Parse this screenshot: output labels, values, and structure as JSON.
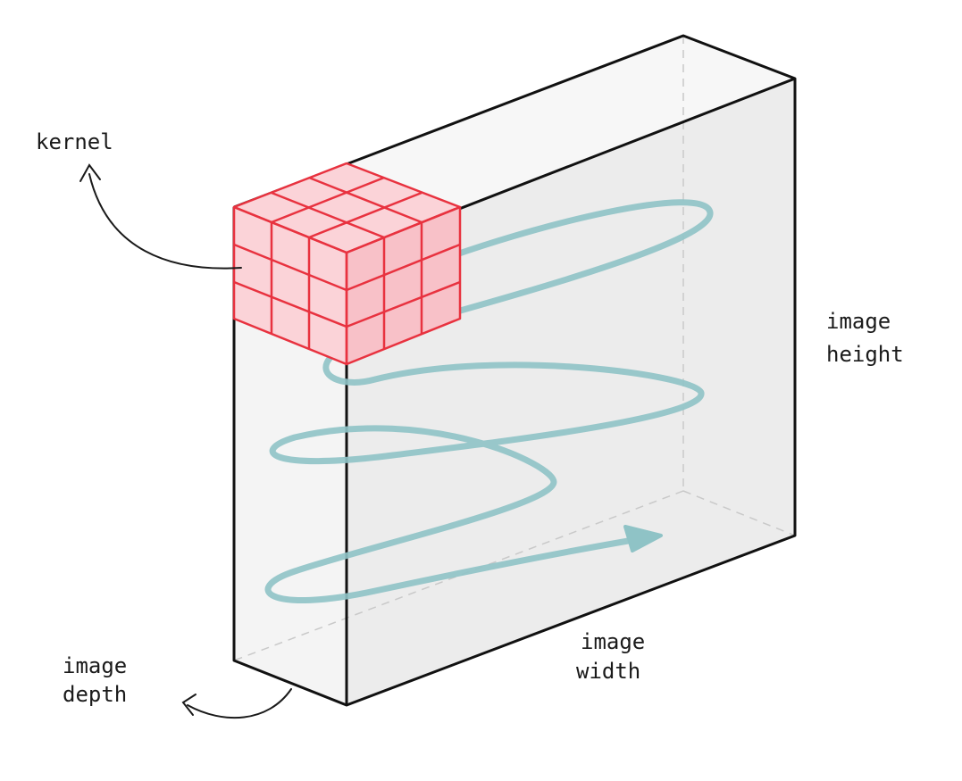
{
  "labels": {
    "kernel": "kernel",
    "image_height_line1": "image",
    "image_height_line2": "height",
    "image_width_line1": "image",
    "image_width_line2": "width",
    "image_depth_line1": "image",
    "image_depth_line2": "depth"
  },
  "kernel_grid": {
    "rows": 3,
    "cols": 3,
    "layers": 3
  },
  "colors": {
    "kernel_fill": "#fbd3d8",
    "kernel_stroke": "#e8323f",
    "slide_path": "#8fc3c6",
    "block_front": "#ececec",
    "block_top": "#f7f7f7",
    "block_side": "#f4f4f4",
    "outline": "#111111"
  }
}
